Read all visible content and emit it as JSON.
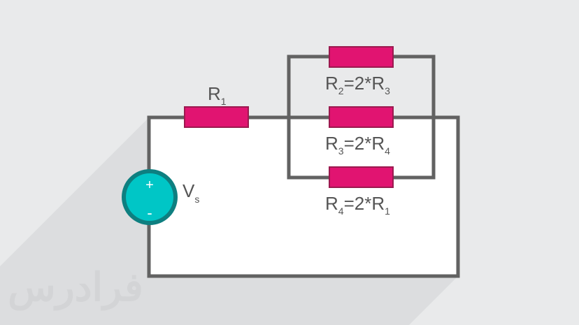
{
  "colors": {
    "background": "#e9eaeb",
    "shadow": "#dcdddf",
    "wire": "#626262",
    "resistor_fill": "#e11471",
    "resistor_stroke": "#9b1a4f",
    "source_fill": "#00c6c6",
    "source_ring": "#0e7f80",
    "label": "#555555",
    "watermark": "#d3d4d6"
  },
  "source": {
    "plus": "+",
    "minus": "-",
    "label": {
      "main": "V",
      "sub": "s"
    }
  },
  "resistors": [
    {
      "id": "r1",
      "main": "R",
      "sub": "1",
      "eq": "",
      "ref": "",
      "ref_sub": ""
    },
    {
      "id": "r2",
      "main": "R",
      "sub": "2",
      "eq": "=2*",
      "ref": "R",
      "ref_sub": "3"
    },
    {
      "id": "r3",
      "main": "R",
      "sub": "3",
      "eq": "=2*",
      "ref": "R",
      "ref_sub": "4"
    },
    {
      "id": "r4",
      "main": "R",
      "sub": "4",
      "eq": "=2*",
      "ref": "R",
      "ref_sub": "1"
    }
  ],
  "watermark": {
    "text": "فرادرس",
    "logo_lettering": true
  }
}
